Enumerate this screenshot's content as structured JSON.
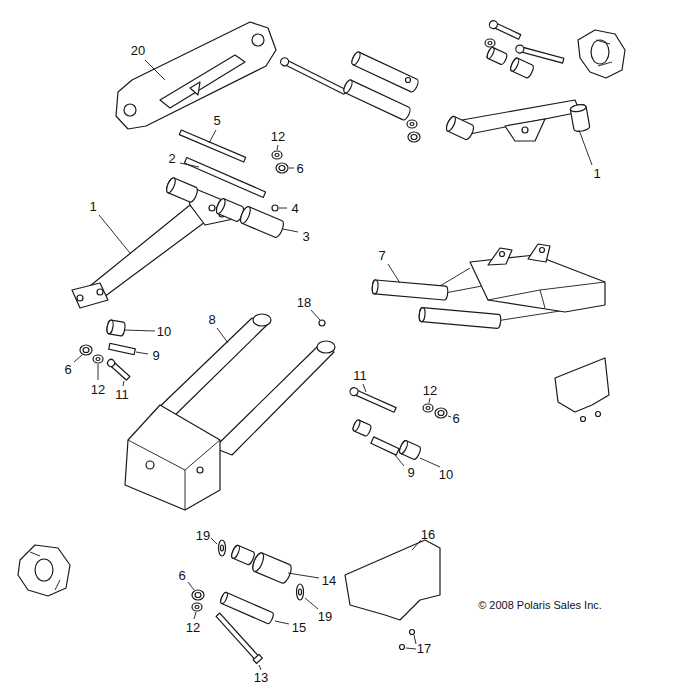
{
  "diagram": {
    "labels": [
      "20",
      "5",
      "12",
      "2",
      "6",
      "1",
      "1",
      "4",
      "3",
      "7",
      "18",
      "8",
      "10",
      "9",
      "6",
      "11",
      "12",
      "12",
      "11",
      "6",
      "9",
      "10",
      "16",
      "19",
      "6",
      "14",
      "© 2008 Polaris Sales Inc.",
      "19",
      "15",
      "12",
      "17",
      "13"
    ]
  }
}
